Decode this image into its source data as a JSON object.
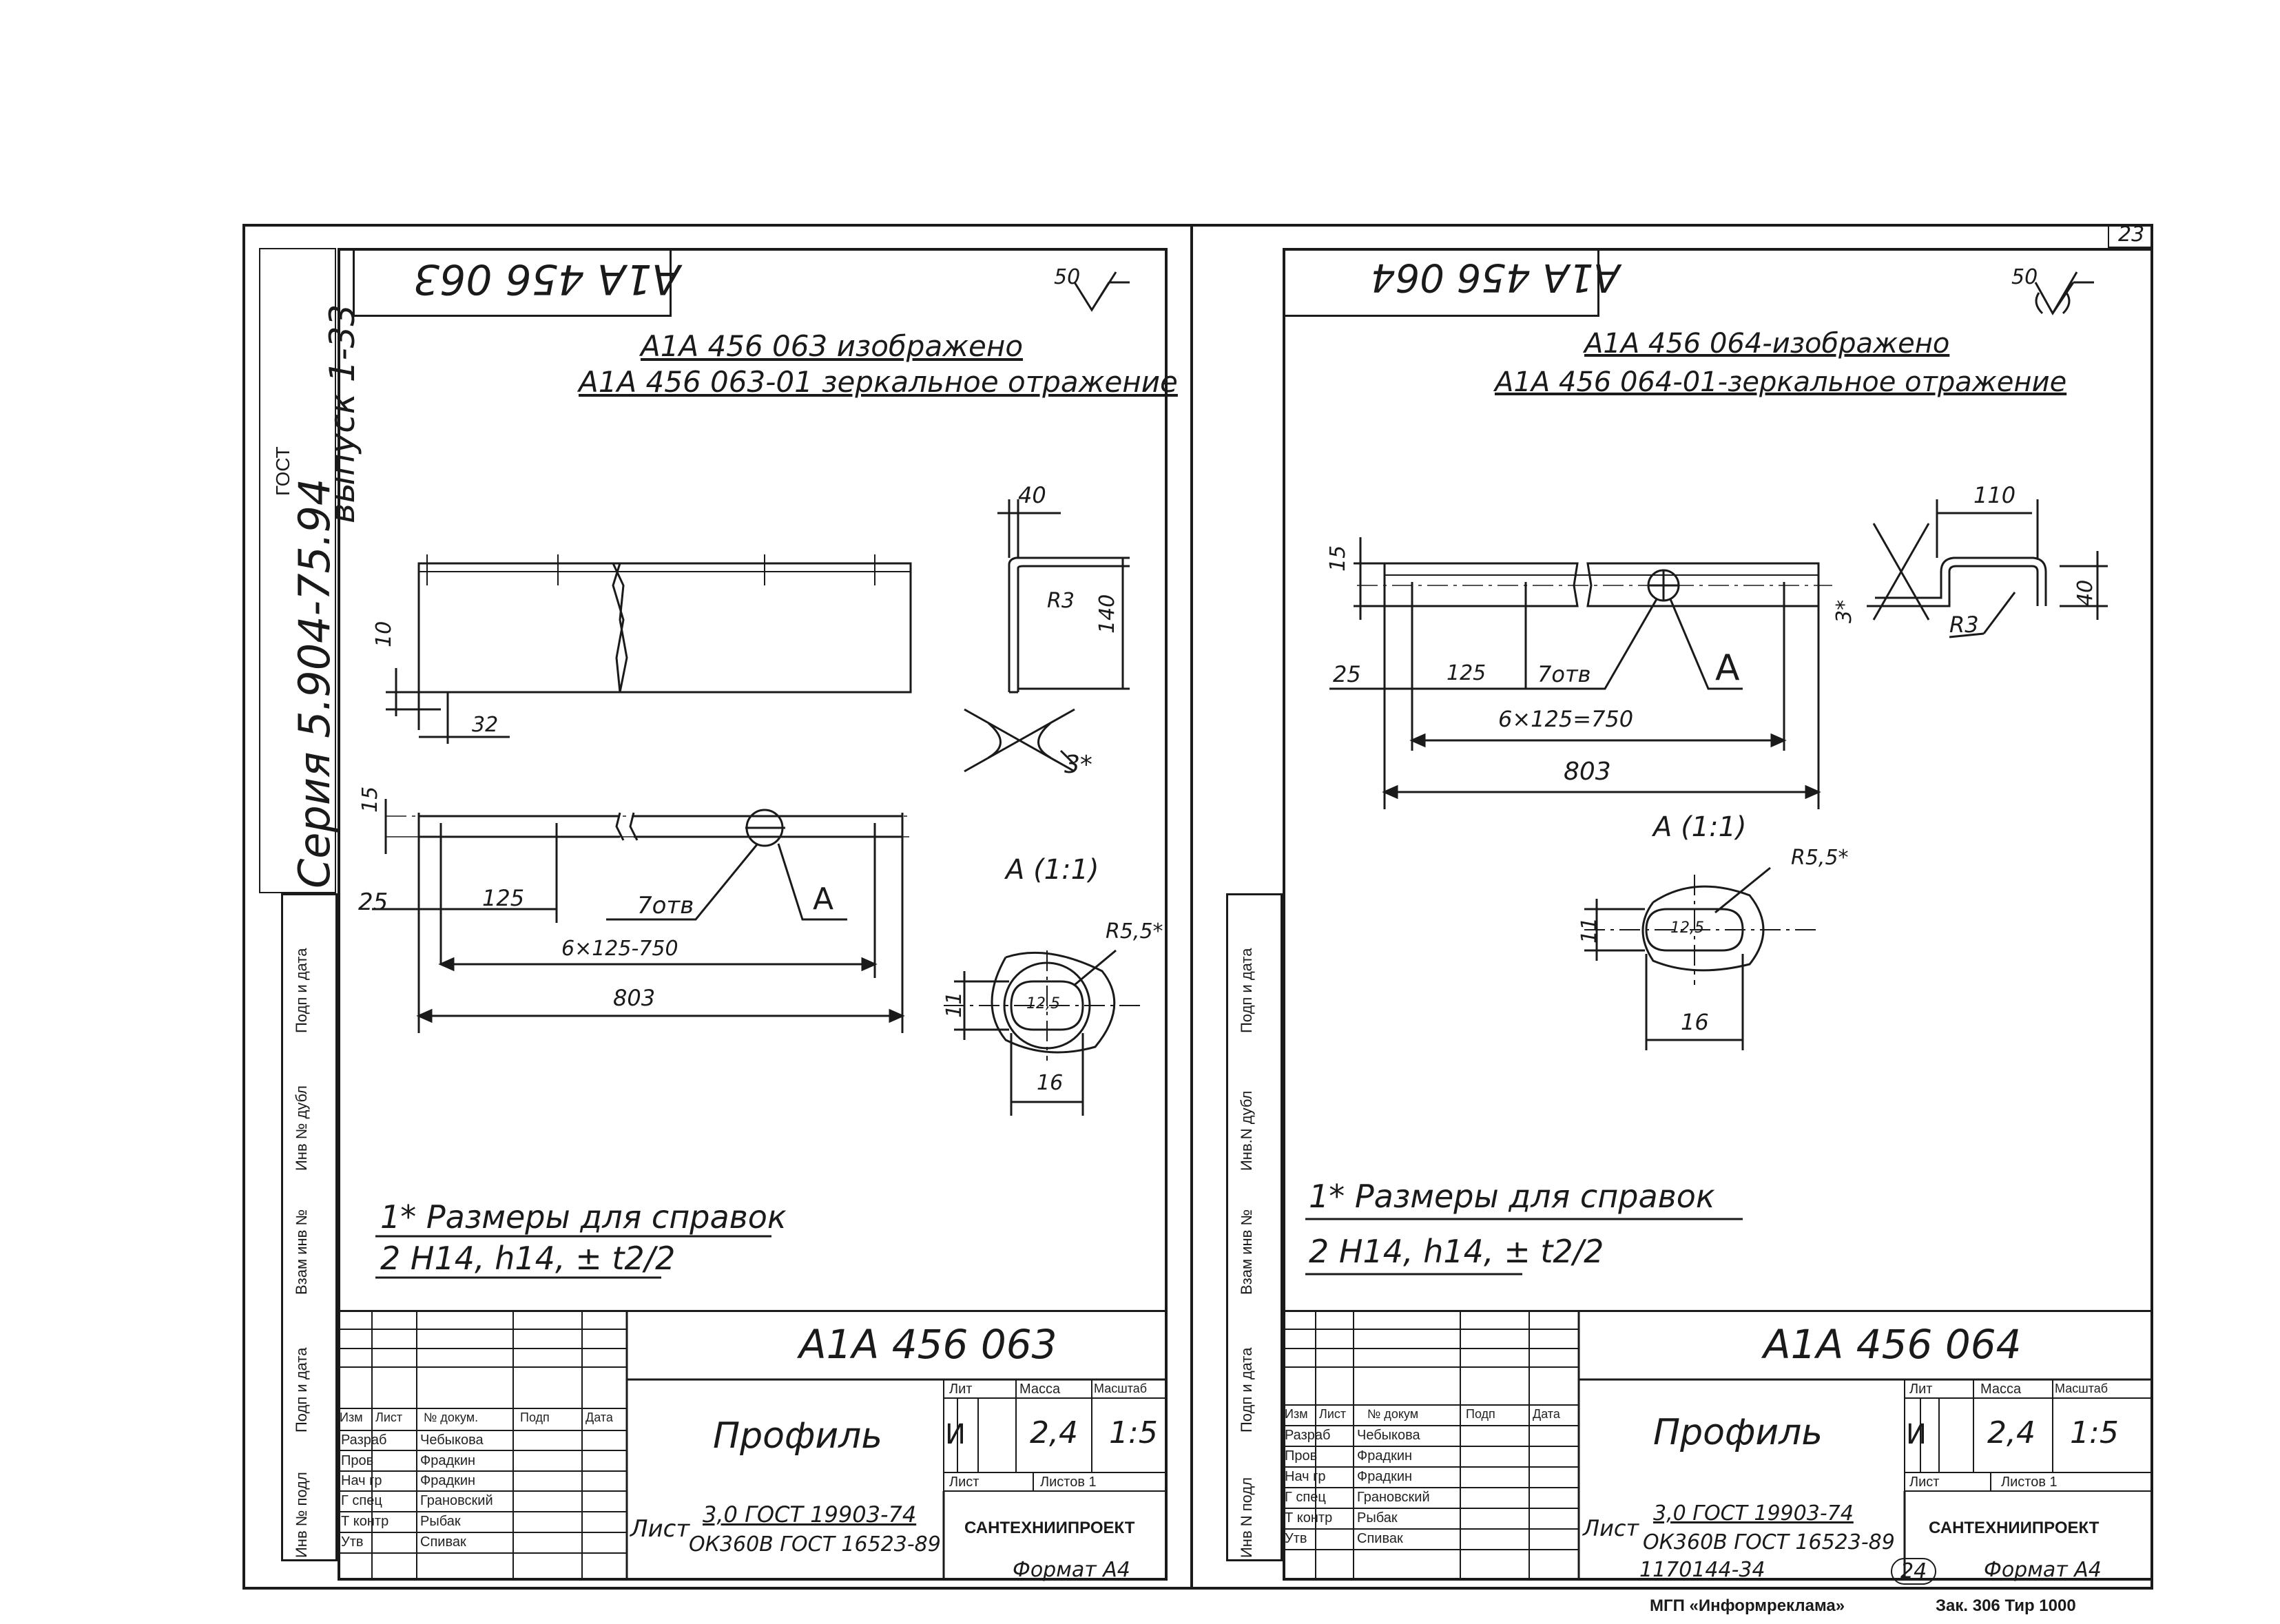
{
  "left": {
    "code_mirrored": "А1А 456 063",
    "note_line1": "А1А 456 063 изображено",
    "note_line2": "А1А 456 063-01 зеркальное отражение",
    "roughness_value": "50",
    "series": "Серия 5.904-75.94",
    "vypusk": "выпуск 1-33",
    "gost_box": "ГОСТ",
    "dims": {
      "d40": "40",
      "R3": "R3",
      "d140": "140",
      "d10": "10",
      "d32": "32",
      "d15": "15",
      "d25": "25",
      "d125": "125",
      "otv": "7отв",
      "A": "А",
      "pitch": "6×125-750",
      "d803": "803",
      "d3star": "3*",
      "detailA": "А (1:1)",
      "R55": "R5,5*",
      "d11": "11",
      "d125h": "12,5",
      "d16": "16"
    },
    "notes": [
      "1* Размеры для справок",
      "2 H14, h14, ± t2/2"
    ],
    "title_block": {
      "designation": "А1А 456 063",
      "name": "Профиль",
      "lit_header": "Лит",
      "mass_header": "Масса",
      "scale_header": "Масштаб",
      "lit": "И",
      "mass": "2,4",
      "scale": "1:5",
      "sheet_label": "Лист",
      "sheets_label": "Листов 1",
      "material_line1": "3,0 ГОСТ 19903-74",
      "material_line2": "ОК360В ГОСТ 16523-89",
      "material_prefix": "Лист",
      "org": "САНТЕХНИИПРОЕКТ",
      "headers": [
        "Изм",
        "Лист",
        "№ докум.",
        "Подп",
        "Дата"
      ],
      "roles": [
        "Разраб",
        "Пров",
        "Нач гр",
        "Г спец",
        "Т контр",
        "Утв"
      ],
      "names": [
        "Чебыкова",
        "Фрадкин",
        "Фрадкин",
        "Грановский",
        "Рыбак",
        "Спивак"
      ]
    },
    "format": "Формат А4"
  },
  "right": {
    "code_mirrored": "А1А 456 064",
    "note_line1": "А1А 456 064-изображено",
    "note_line2": "А1А 456 064-01-зеркальное отражение",
    "roughness_value": "50",
    "corner_number": "23",
    "dims": {
      "d110": "110",
      "d15": "15",
      "d40": "40",
      "d3star": "3*",
      "P3": "R3",
      "d25": "25",
      "d125": "125",
      "otv": "7отв",
      "A": "А",
      "pitch": "6×125=750",
      "d803": "803",
      "detailA": "А (1:1)",
      "R55": "R5,5*",
      "d11": "11",
      "d125h": "12,5",
      "d16": "16"
    },
    "notes": [
      "1* Размеры для справок",
      "2 H14, h14, ± t2/2"
    ],
    "title_block": {
      "designation": "А1А 456 064",
      "name": "Профиль",
      "lit_header": "Лит",
      "mass_header": "Масса",
      "scale_header": "Масштаб",
      "lit": "И",
      "mass": "2,4",
      "scale": "1:5",
      "sheet_label": "Лист",
      "sheets_label": "Листов 1",
      "material_line1": "3,0 ГОСТ 19903-74",
      "material_line2": "ОК360В ГОСТ 16523-89",
      "material_prefix": "Лист",
      "org": "САНТЕХНИИПРОЕКТ",
      "headers": [
        "Изм",
        "Лист",
        "№ докум",
        "Подп",
        "Дата"
      ],
      "roles": [
        "Разраб",
        "Пров",
        "Нач гр",
        "Г спец",
        "Т контр",
        "Утв"
      ],
      "names": [
        "Чебыкова",
        "Фрадкин",
        "Фрадкин",
        "Грановский",
        "Рыбак",
        "Спивак"
      ]
    },
    "format": "Формат А4",
    "bottom_code": "1170144-34",
    "bottom_page": "24"
  },
  "side_labels": [
    "Подп и дата",
    "Инв № дубл",
    "Взам инв №",
    "Подп и дата",
    "Инв № подл"
  ],
  "side_labels_right": [
    "Подп и дата",
    "Инв.N дубл",
    "Взам инв №",
    "Подп и дата",
    "Инв N подл"
  ],
  "footer": {
    "publisher": "МГП «Информреклама»",
    "order": "Зак. 306 Тир 1000"
  }
}
